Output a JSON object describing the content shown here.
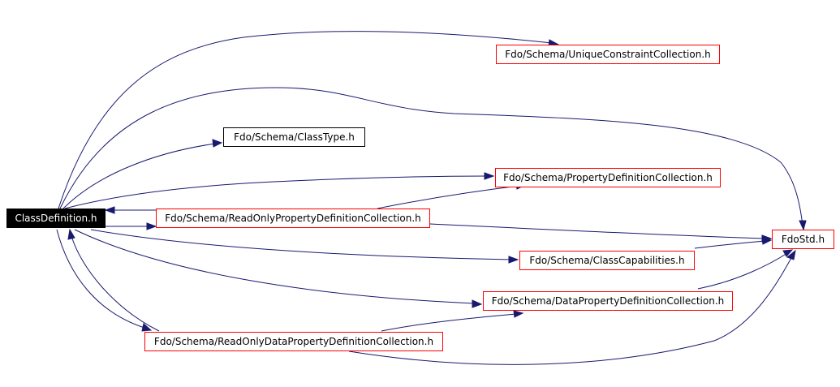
{
  "nodes": {
    "classdefinition": "ClassDefinition.h",
    "uniqueconstraint": "Fdo/Schema/UniqueConstraintCollection.h",
    "classtype": "Fdo/Schema/ClassType.h",
    "propertydefinitioncollection": "Fdo/Schema/PropertyDefinitionCollection.h",
    "readonlypropertydefinitioncollection": "Fdo/Schema/ReadOnlyPropertyDefinitionCollection.h",
    "fdostd": "FdoStd.h",
    "classcapabilities": "Fdo/Schema/ClassCapabilities.h",
    "datapropertydefinitioncollection": "Fdo/Schema/DataPropertyDefinitionCollection.h",
    "readonlydatapropertydefinitioncollection": "Fdo/Schema/ReadOnlyDataPropertyDefinitionCollection.h"
  },
  "colors": {
    "edge": "#191970",
    "node_border": "#ff0000",
    "root_fill": "#000000"
  }
}
